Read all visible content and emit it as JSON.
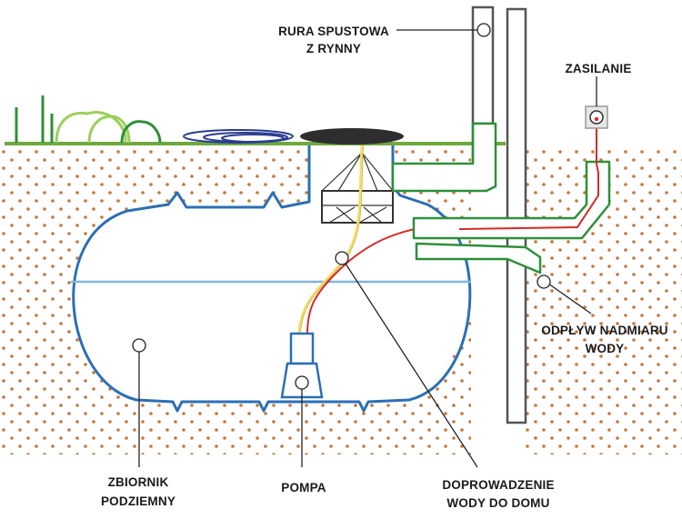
{
  "labels": {
    "downpipe": [
      "RURA SPUSTOWA",
      "Z RYNNY"
    ],
    "power": [
      "ZASILANIE"
    ],
    "overflow": [
      "ODPŁYW NADMIARU",
      "WODY"
    ],
    "tank": [
      "ZBIORNIK",
      "PODZIEMNY"
    ],
    "pump": [
      "POMPA"
    ],
    "house_supply": [
      "DOPROWADZENIE",
      "WODY DO DOMU"
    ]
  },
  "colors": {
    "soil_dot": "#c07a3e",
    "tank_outline": "#2b6fb5",
    "water_line": "#7fb5e0",
    "pipe_green": "#2f8f3a",
    "grass": "#6fa83e",
    "grass_light": "#9ccf5c",
    "power_cable": "#d62a2a",
    "pump_hose": "#f2dd6b",
    "pump_body": "#2b6fb5",
    "downpipe_gray": "#555555",
    "lid_dark": "#2e2e2e",
    "leader_line": "#222222"
  }
}
